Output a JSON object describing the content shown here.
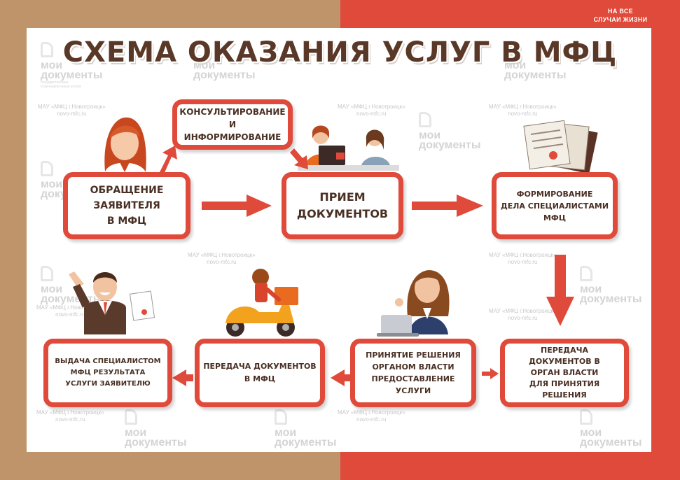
{
  "brand": {
    "line1": "НА ВСЕ",
    "line2": "СЛУЧАИ ЖИЗНИ"
  },
  "title": "СХЕМА ОКАЗАНИЯ УСЛУГ В МФЦ",
  "watermark": {
    "org": "МАУ «МФЦ г.Новотроицк»",
    "site": "novo-mfc.ru",
    "logo_line1": "мои",
    "logo_line2": "документы",
    "logo_sub1": "государственные",
    "logo_sub2": "и муниципальные услуги"
  },
  "steps": {
    "consult": [
      "КОНСУЛЬТИРОВАНИЕ",
      "И ИНФОРМИРОВАНИЕ"
    ],
    "appeal": [
      "ОБРАЩЕНИЕ",
      "ЗАЯВИТЕЛЯ",
      "В МФЦ"
    ],
    "reception": [
      "ПРИЕМ",
      "ДОКУМЕНТОВ"
    ],
    "forming": [
      "ФОРМИРОВАНИЕ",
      "ДЕЛА СПЕЦИАЛИСТАМИ",
      "МФЦ"
    ],
    "transfer_authority": [
      "ПЕРЕДАЧА",
      "ДОКУМЕНТОВ В",
      "ОРГАН ВЛАСТИ",
      "ДЛЯ ПРИНЯТИЯ РЕШЕНИЯ"
    ],
    "decision": [
      "ПРИНЯТИЕ РЕШЕНИЯ",
      "ОРГАНОМ ВЛАСТИ",
      "ПРЕДОСТАВЛЕНИЕ",
      "УСЛУГИ"
    ],
    "transfer_mfc": [
      "ПЕРЕДАЧА ДОКУМЕНТОВ",
      "В МФЦ"
    ],
    "issue": [
      "ВЫДАЧА СПЕЦИАЛИСТОМ",
      "МФЦ РЕЗУЛЬТАТА",
      "УСЛУГИ ЗАЯВИТЕЛЮ"
    ]
  },
  "colors": {
    "accent": "#e04a3a",
    "tan": "#c0946a",
    "text": "#4a3024",
    "title": "#5a3828"
  },
  "icons": [
    "woman-applicant-icon",
    "consultation-meeting-icon",
    "documents-stack-icon",
    "waving-man-icon",
    "courier-scooter-icon",
    "woman-laptop-icon"
  ]
}
